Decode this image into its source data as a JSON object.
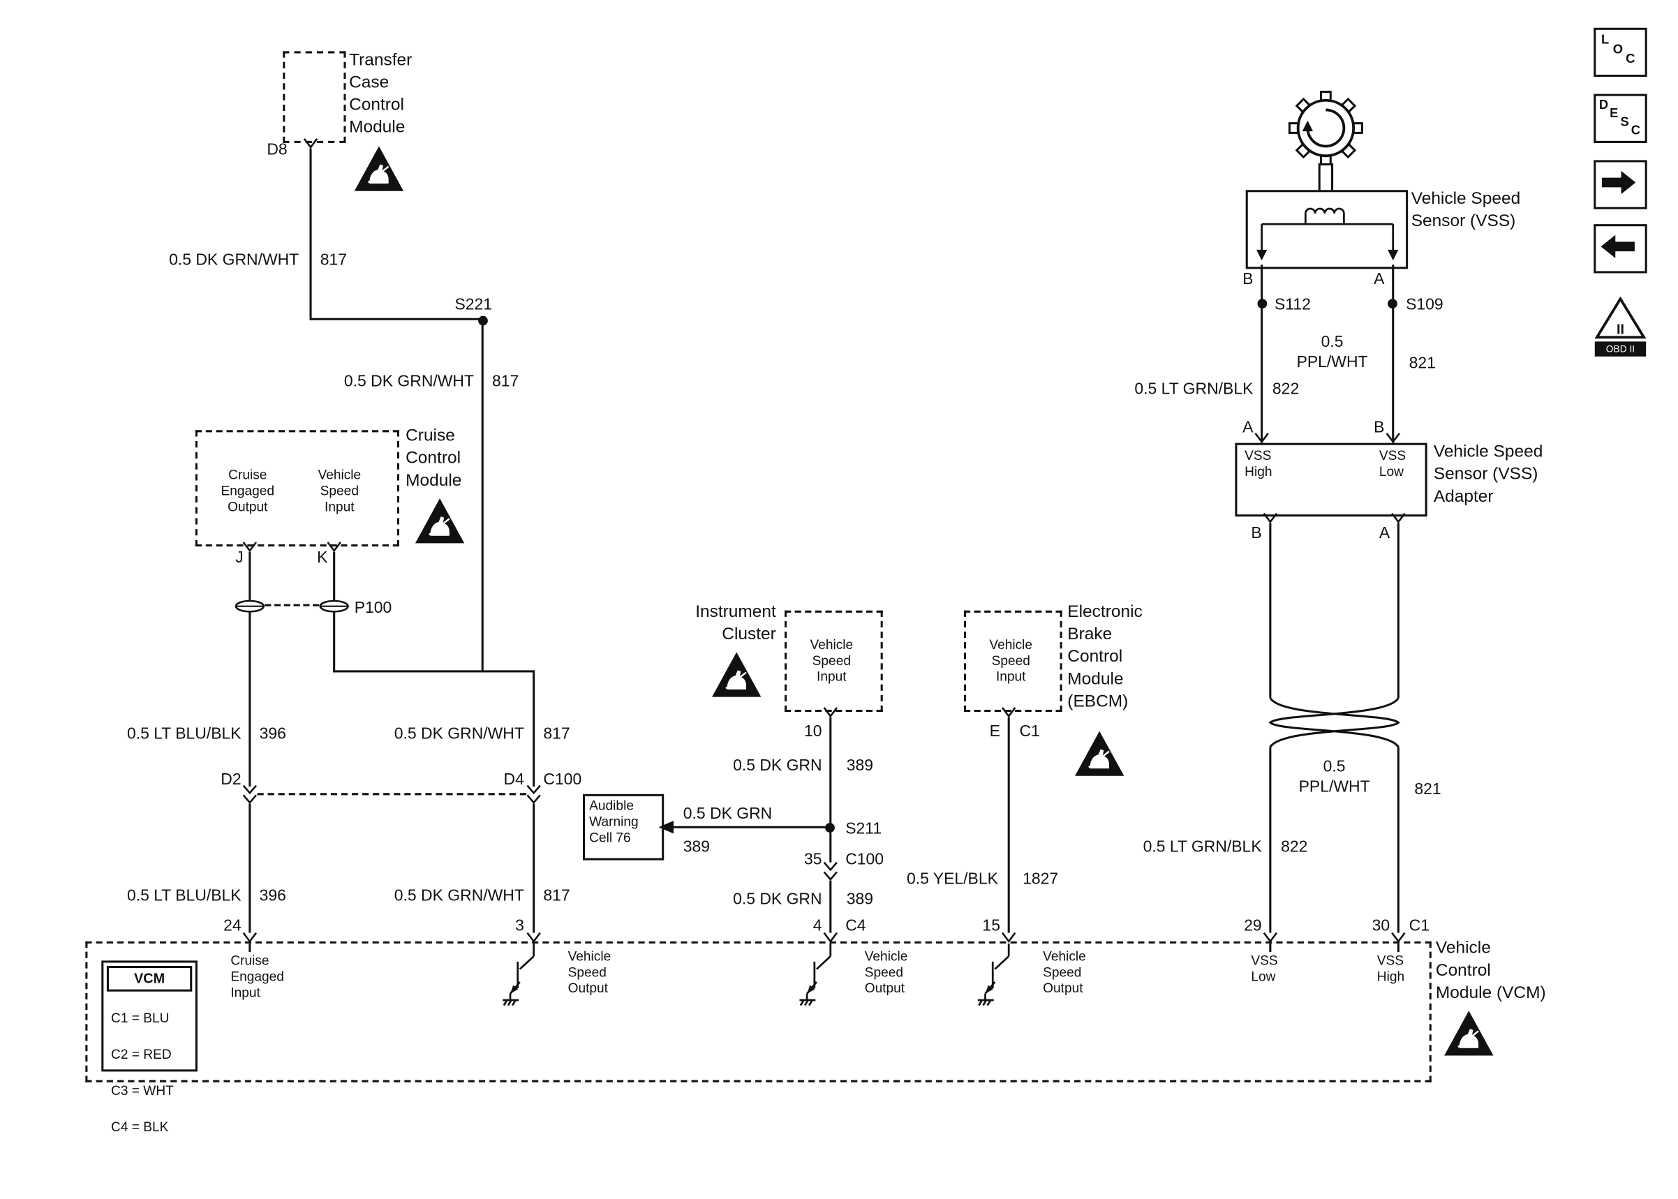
{
  "corner": {
    "loc_letters": [
      "L",
      "O",
      "C"
    ],
    "desc_letters": [
      "D",
      "E",
      "S",
      "C"
    ],
    "obd_numeral": "II",
    "obd_label": "OBD II"
  },
  "splices": {
    "s221": "S221",
    "s211": "S211",
    "s112": "S112",
    "s109": "S109"
  },
  "connectors": {
    "p100": "P100",
    "d2": "D2",
    "d4": "D4",
    "c100": "C100",
    "pin35": "35"
  },
  "wires": {
    "dk_grn_wht": {
      "label": "0.5 DK GRN/WHT",
      "circuit": "817"
    },
    "lt_blu_blk": {
      "label": "0.5 LT BLU/BLK",
      "circuit": "396"
    },
    "dk_grn": {
      "label": "0.5 DK GRN",
      "circuit": "389"
    },
    "yel_blk": {
      "label": "0.5 YEL/BLK",
      "circuit": "1827"
    },
    "ppl_wht": {
      "label": "0.5\nPPL/WHT",
      "circuit": "821"
    },
    "lt_grn_blk": {
      "label": "0.5 LT GRN/BLK",
      "circuit": "822"
    }
  },
  "modules": {
    "transfer_case": {
      "name": "Transfer\nCase\nControl\nModule",
      "terminal": "D8"
    },
    "cruise": {
      "name": "Cruise\nControl\nModule",
      "output1": "Cruise\nEngaged\nOutput",
      "output2": "Vehicle\nSpeed\nInput",
      "pin_j": "J",
      "pin_k": "K"
    },
    "instrument_cluster": {
      "name": "Instrument\nCluster",
      "input": "Vehicle\nSpeed\nInput",
      "pin": "10"
    },
    "audible_warning": {
      "name": "Audible\nWarning\nCell 76"
    },
    "ebcm": {
      "name": "Electronic\nBrake\nControl\nModule\n(EBCM)",
      "input": "Vehicle\nSpeed\nInput",
      "pin_e": "E",
      "pin_c1": "C1"
    },
    "vss": {
      "name": "Vehicle Speed\nSensor (VSS)",
      "pin_b": "B",
      "pin_a": "A"
    },
    "adapter": {
      "name": "Vehicle Speed\nSensor (VSS)\nAdapter",
      "vss_high": "VSS\nHigh",
      "vss_low": "VSS\nLow",
      "top_a": "A",
      "top_b": "B",
      "bottom_b": "B",
      "bottom_a": "A"
    },
    "vcm": {
      "name": "Vehicle\nControl\nModule (VCM)",
      "legend_title": "VCM",
      "legend_rows": [
        "C1 = BLU",
        "C2 = RED",
        "C3 = WHT",
        "C4 = BLK"
      ],
      "cruise_engaged_input": "Cruise\nEngaged\nInput",
      "vehicle_speed_output": "Vehicle\nSpeed\nOutput",
      "vss_low": "VSS\nLow",
      "vss_high": "VSS\nHigh",
      "pin_24": "24",
      "pin_3": "3",
      "pin_4": "4",
      "conn_c4": "C4",
      "pin_15": "15",
      "pin_29": "29",
      "pin_30": "30",
      "conn_c1": "C1"
    }
  }
}
